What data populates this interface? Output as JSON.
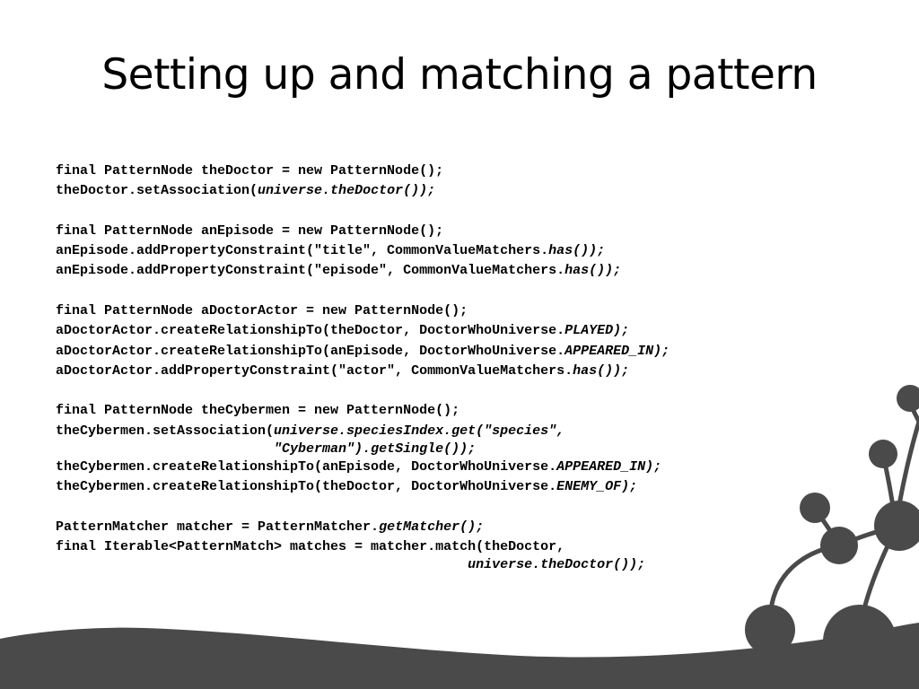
{
  "slide": {
    "title": "Setting up and matching a pattern"
  },
  "code": {
    "lines": [
      [
        {
          "t": "final PatternNode theDoctor = new PatternNode();",
          "i": false
        }
      ],
      [
        {
          "t": "theDoctor.setAssociation(",
          "i": false
        },
        {
          "t": "universe.theDoctor());",
          "i": true
        }
      ],
      [],
      [
        {
          "t": "final PatternNode anEpisode = new PatternNode();",
          "i": false
        }
      ],
      [
        {
          "t": "anEpisode.addPropertyConstraint(\"title\", CommonValueMatchers.",
          "i": false
        },
        {
          "t": "has());",
          "i": true
        }
      ],
      [
        {
          "t": "anEpisode.addPropertyConstraint(\"episode\", CommonValueMatchers.",
          "i": false
        },
        {
          "t": "has());",
          "i": true
        }
      ],
      [],
      [
        {
          "t": "final PatternNode aDoctorActor = new PatternNode();",
          "i": false
        }
      ],
      [
        {
          "t": "aDoctorActor.createRelationshipTo(theDoctor, DoctorWhoUniverse.",
          "i": false
        },
        {
          "t": "PLAYED);",
          "i": true
        }
      ],
      [
        {
          "t": "aDoctorActor.createRelationshipTo(anEpisode, DoctorWhoUniverse.",
          "i": false
        },
        {
          "t": "APPEARED_IN);",
          "i": true
        }
      ],
      [
        {
          "t": "aDoctorActor.addPropertyConstraint(\"actor\", CommonValueMatchers.",
          "i": false
        },
        {
          "t": "has());",
          "i": true
        }
      ],
      [],
      [
        {
          "t": "final PatternNode theCybermen = new PatternNode();",
          "i": false
        }
      ],
      [
        {
          "t": "theCybermen.setAssociation(",
          "i": false
        },
        {
          "t": "universe.speciesIndex.get(\"species\",",
          "i": true
        }
      ],
      [
        {
          "t": "                           ",
          "i": false
        },
        {
          "t": "\"Cyberman\").getSingle());",
          "i": true
        }
      ],
      [
        {
          "t": "theCybermen.createRelationshipTo(anEpisode, DoctorWhoUniverse.",
          "i": false
        },
        {
          "t": "APPEARED_IN);",
          "i": true
        }
      ],
      [
        {
          "t": "theCybermen.createRelationshipTo(theDoctor, DoctorWhoUniverse.",
          "i": false
        },
        {
          "t": "ENEMY_OF);",
          "i": true
        }
      ],
      [],
      [
        {
          "t": "PatternMatcher matcher = PatternMatcher.",
          "i": false
        },
        {
          "t": "getMatcher();",
          "i": true
        }
      ],
      [
        {
          "t": "final Iterable<PatternMatch> matches = matcher.match(theDoctor,",
          "i": false
        }
      ],
      [
        {
          "t": "                                                   ",
          "i": false
        },
        {
          "t": "universe.theDoctor());",
          "i": true
        }
      ]
    ]
  },
  "theme": {
    "decoration_color": "#4a4a4a",
    "background": "#ffffff",
    "text_color": "#000000"
  }
}
